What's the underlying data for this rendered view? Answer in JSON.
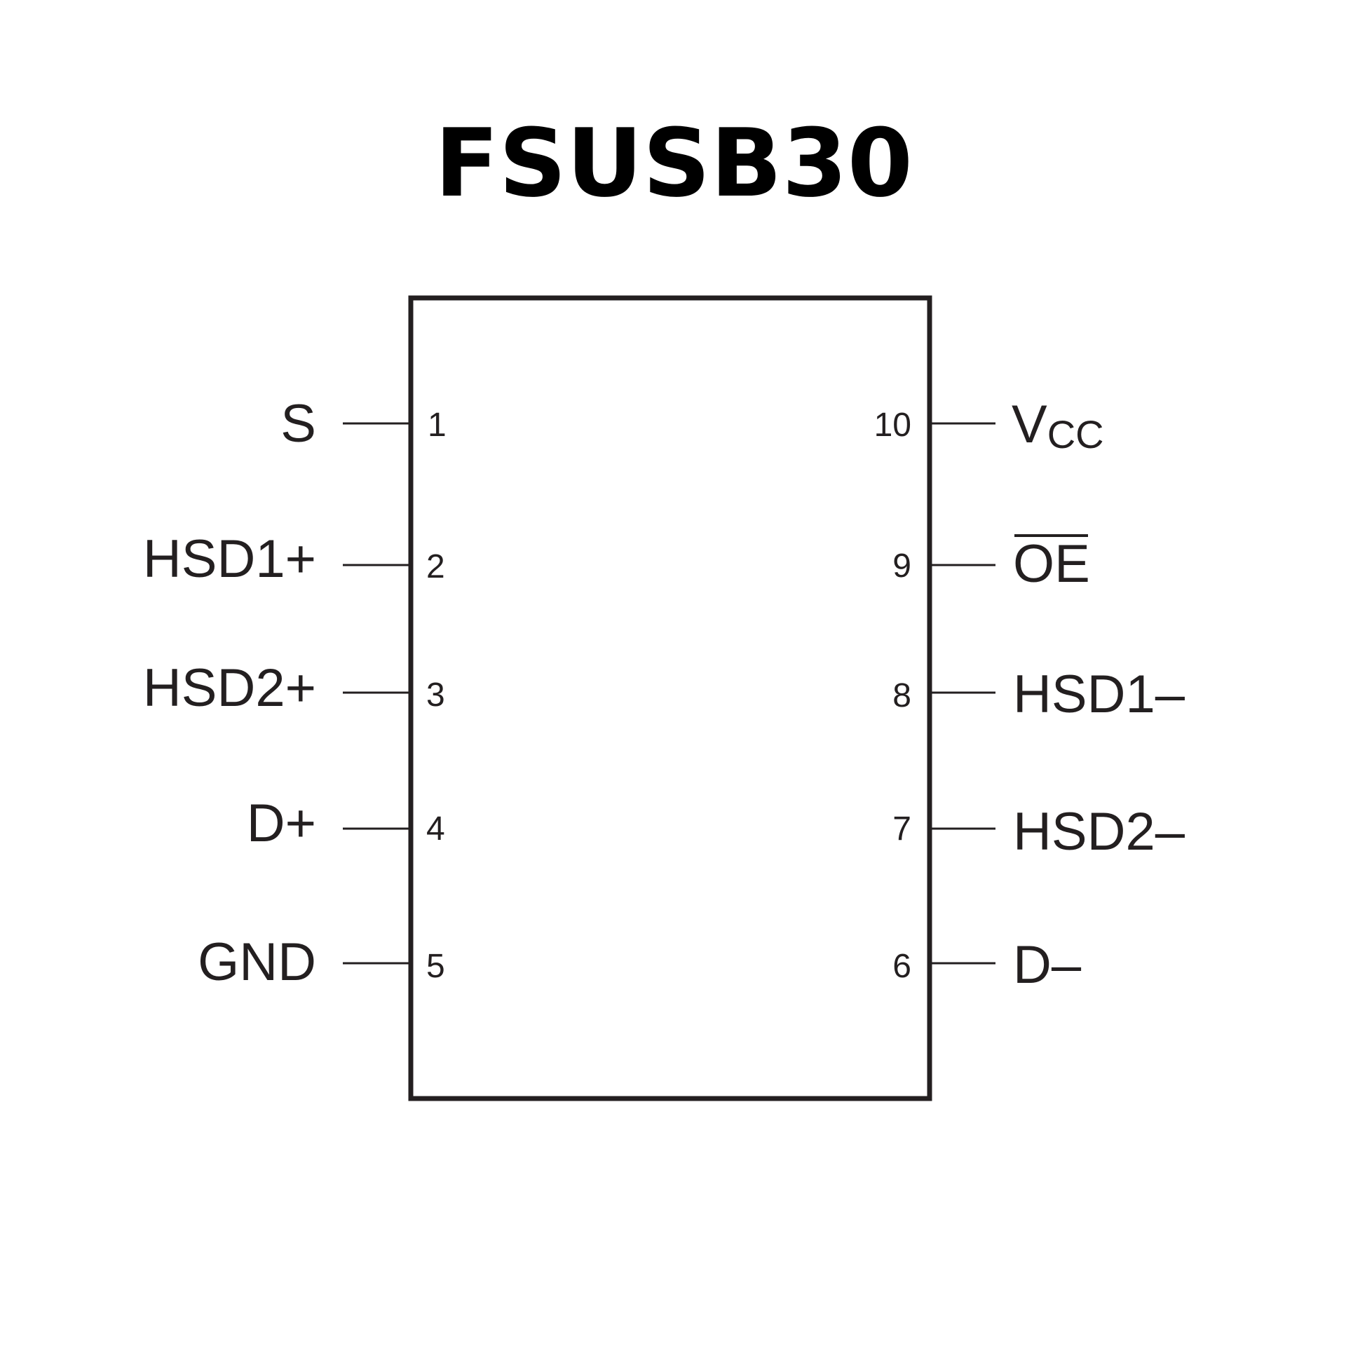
{
  "title": "FSUSB30",
  "colors": {
    "ink": "#231f20",
    "title": "#000000"
  },
  "left_pins": [
    {
      "number": "1",
      "name": "S"
    },
    {
      "number": "2",
      "name": "HSD1+"
    },
    {
      "number": "3",
      "name": "HSD2+"
    },
    {
      "number": "4",
      "name": "D+"
    },
    {
      "number": "5",
      "name": "GND"
    }
  ],
  "right_pins": [
    {
      "number": "10",
      "name": "V",
      "subscript": "CC"
    },
    {
      "number": "9",
      "name": "OE",
      "overline": true
    },
    {
      "number": "8",
      "name": "HSD1–"
    },
    {
      "number": "7",
      "name": "HSD2–"
    },
    {
      "number": "6",
      "name": "D–"
    }
  ]
}
